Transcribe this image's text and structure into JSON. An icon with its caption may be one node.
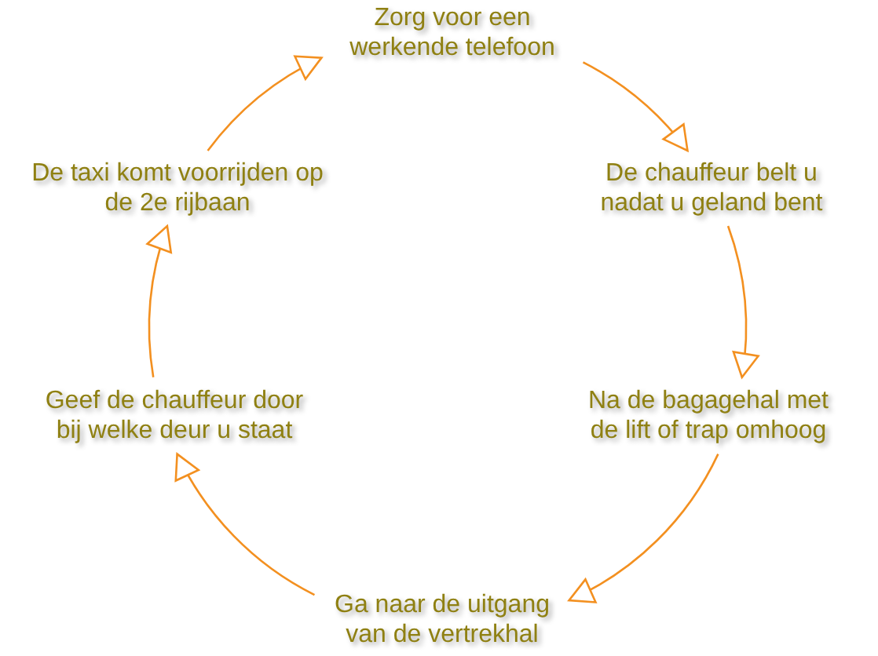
{
  "diagram": {
    "nodes": [
      {
        "text": [
          "Zorg voor een werkende telefoon"
        ]
      },
      {
        "text": [
          "De taxi komt voorrijden op de 2e rijbaan"
        ]
      },
      {
        "text": [
          "De chauffeur belt u nadat u geland bent"
        ]
      },
      {
        "text": [
          "Geef de chauffeur door bij welke deur u staat"
        ]
      },
      {
        "text": [
          "Na de bagagehal met de lift of trap omhoog"
        ]
      },
      {
        "text": [
          "Ga naar de uitgang van de vertrekhal"
        ]
      }
    ],
    "edges": [
      {
        "from": 0,
        "to": 2,
        "arrow": "to"
      },
      {
        "from": 2,
        "to": 4,
        "arrow": "to"
      },
      {
        "from": 4,
        "to": 5,
        "arrow": "to"
      },
      {
        "from": 5,
        "to": 3,
        "arrow": "to"
      },
      {
        "from": 3,
        "to": 1,
        "arrow": "to"
      },
      {
        "from": 1,
        "to": 0,
        "arrow": "to"
      }
    ]
  }
}
